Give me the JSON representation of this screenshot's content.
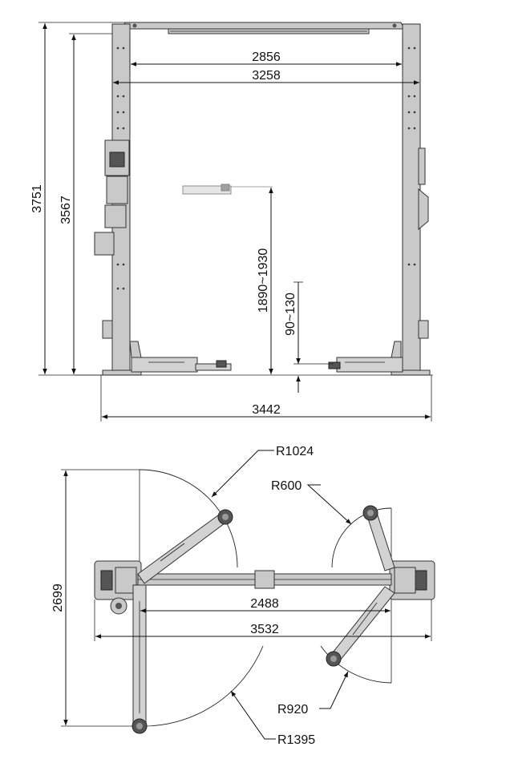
{
  "elevation": {
    "dims": {
      "inner_width": "2856",
      "outer_width": "3258",
      "total_height": "3751",
      "column_height": "3567",
      "lift_height": "1890~1930",
      "pad_height": "90~130",
      "base_width": "3442"
    }
  },
  "plan": {
    "dims": {
      "r1024": "R1024",
      "r600": "R600",
      "r920": "R920",
      "r1395": "R1395",
      "depth": "2699",
      "inner_span": "2488",
      "overall_width": "3532"
    }
  }
}
